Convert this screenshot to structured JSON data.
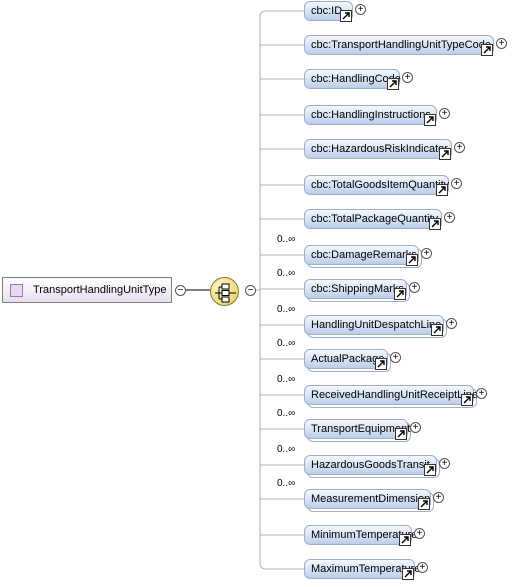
{
  "root": {
    "label": "TransportHandlingUnitType",
    "icon": "complex-type-icon"
  },
  "compositor": {
    "kind": "sequence",
    "icon": "sequence-compositor-icon"
  },
  "colors": {
    "element_fill": "#d6e2f5",
    "element_border": "#a0aec8",
    "root_fill": "#f3eef7",
    "compositor_fill": "#ecd978",
    "line": "#b0b0b0"
  },
  "elements": [
    {
      "label": "cbc:ID",
      "cardinality": "",
      "ref": true,
      "expand": true
    },
    {
      "label": "cbc:TransportHandlingUnitTypeCode",
      "cardinality": "",
      "ref": true,
      "expand": true
    },
    {
      "label": "cbc:HandlingCode",
      "cardinality": "",
      "ref": true,
      "expand": true
    },
    {
      "label": "cbc:HandlingInstructions",
      "cardinality": "",
      "ref": true,
      "expand": true
    },
    {
      "label": "cbc:HazardousRiskIndicator",
      "cardinality": "",
      "ref": true,
      "expand": true
    },
    {
      "label": "cbc:TotalGoodsItemQuantity",
      "cardinality": "",
      "ref": true,
      "expand": true
    },
    {
      "label": "cbc:TotalPackageQuantity",
      "cardinality": "",
      "ref": true,
      "expand": true
    },
    {
      "label": "cbc:DamageRemarks",
      "cardinality": "0..∞",
      "ref": true,
      "expand": true
    },
    {
      "label": "cbc:ShippingMarks",
      "cardinality": "0..∞",
      "ref": true,
      "expand": true
    },
    {
      "label": "HandlingUnitDespatchLine",
      "cardinality": "0..∞",
      "ref": true,
      "expand": true
    },
    {
      "label": "ActualPackage",
      "cardinality": "0..∞",
      "ref": true,
      "expand": true
    },
    {
      "label": "ReceivedHandlingUnitReceiptLine",
      "cardinality": "0..∞",
      "ref": true,
      "expand": true
    },
    {
      "label": "TransportEquipment",
      "cardinality": "0..∞",
      "ref": true,
      "expand": true
    },
    {
      "label": "HazardousGoodsTransit",
      "cardinality": "0..∞",
      "ref": true,
      "expand": true
    },
    {
      "label": "MeasurementDimension",
      "cardinality": "0..∞",
      "ref": true,
      "expand": true
    },
    {
      "label": "MinimumTemperature",
      "cardinality": "",
      "ref": true,
      "expand": true
    },
    {
      "label": "MaximumTemperature",
      "cardinality": "",
      "ref": true,
      "expand": true
    }
  ]
}
